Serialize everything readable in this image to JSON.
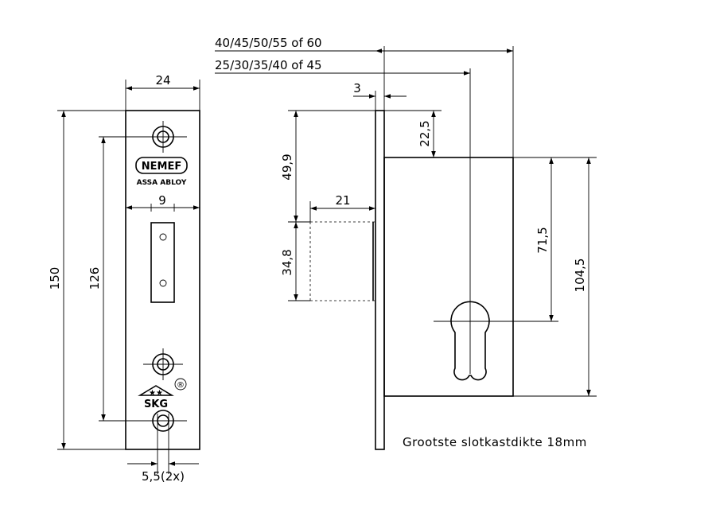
{
  "front_view": {
    "width_dim": "24",
    "height_dim": "150",
    "hole_spacing_dim": "126",
    "slot_width_dim": "9",
    "hole_diameter_dim": "5,5(2x)",
    "brand_logo": "NEMEF",
    "brand_subtitle": "ASSA ABLOY",
    "certification_mark": "SKG",
    "certification_symbol": "®",
    "certification_icon": "skg-stars-icon"
  },
  "side_view": {
    "backset_dim": "40/45/50/55 of 60",
    "backset_alt_dim": "25/30/35/40 of 45",
    "faceplate_thickness_dim": "3",
    "case_offset_dim": "22,5",
    "bolt_top_dim": "49,9",
    "bolt_projection_dim": "21",
    "bolt_height_dim": "34,8",
    "cylinder_center_dim": "71,5",
    "case_height_dim": "104,5",
    "note": "Grootste slotkastdikte 18mm"
  }
}
